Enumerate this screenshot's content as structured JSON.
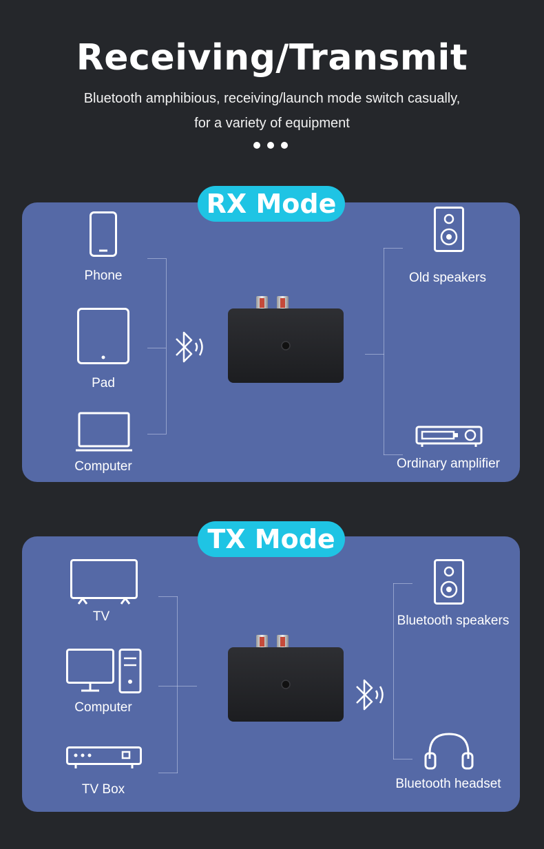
{
  "header": {
    "title": "Receiving/Transmit",
    "subtitle_line1": "Bluetooth amphibious, receiving/launch mode switch casually,",
    "subtitle_line2": "for a variety of equipment"
  },
  "rx": {
    "mode_label": "RX Mode",
    "sources": [
      "Phone",
      "Pad",
      "Computer"
    ],
    "outputs": [
      "Old speakers",
      "Ordinary amplifier"
    ],
    "source_icons": [
      "phone-icon",
      "tablet-icon",
      "laptop-icon"
    ],
    "output_icons": [
      "speaker-icon",
      "amplifier-icon"
    ]
  },
  "tx": {
    "mode_label": "TX Mode",
    "sources": [
      "TV",
      "Computer",
      "TV Box"
    ],
    "outputs": [
      "Bluetooth speakers",
      "Bluetooth headset"
    ],
    "source_icons": [
      "tv-icon",
      "desktop-computer-icon",
      "tv-box-icon"
    ],
    "output_icons": [
      "speaker-icon",
      "headphones-icon"
    ]
  },
  "colors": {
    "background": "#25272b",
    "panel": "#5569a6",
    "accent": "#1fc4e4"
  }
}
